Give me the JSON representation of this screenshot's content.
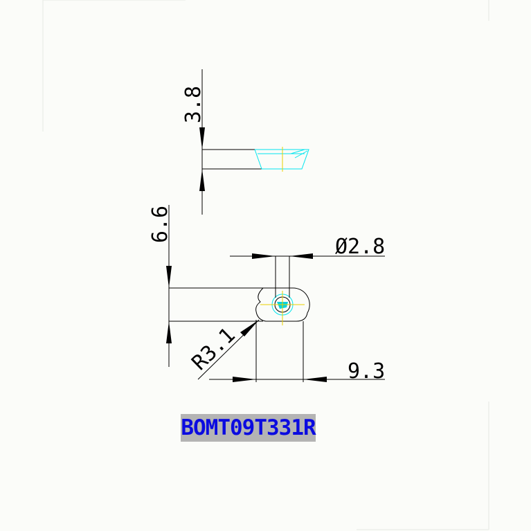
{
  "colors": {
    "background": "#fbfcf9",
    "lines": "#000000",
    "insert_outline": "#00e5ee",
    "centerline": "#e8d000",
    "label_text": "#0b0be0",
    "label_background": "#b4b4b4"
  },
  "dimensions": {
    "thickness": "3.8",
    "height": "6.6",
    "hole_diameter": "Ø2.8",
    "radius": "R3.1",
    "width": "9.3"
  },
  "part_number": "BOMT09T331R"
}
